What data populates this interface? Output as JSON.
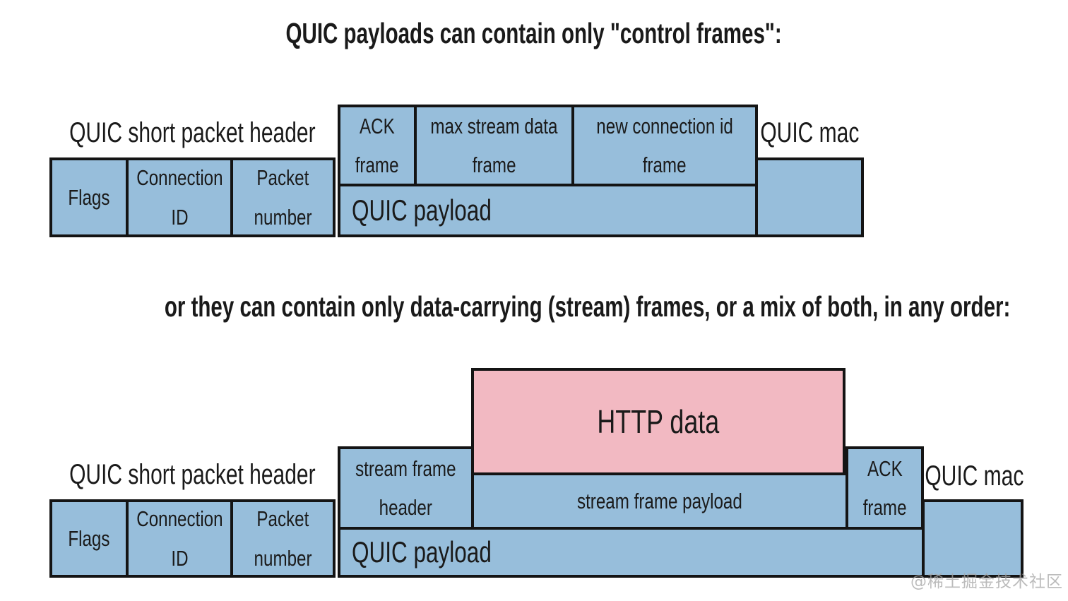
{
  "colors": {
    "background": "#ffffff",
    "box_blue": "#97bedb",
    "box_pink": "#f2b9c2",
    "border_black": "#141414",
    "text_black": "#1a1a1a",
    "watermark_gray": "#a5a5a5"
  },
  "watermark": "@稀土掘金技术社区",
  "section_control": {
    "title": "QUIC payloads can contain only \"control frames\":",
    "packet_header_label": "QUIC short packet header",
    "mac_label": "QUIC mac",
    "flags": "Flags",
    "connection_id": {
      "lines": [
        "Connection",
        "ID"
      ]
    },
    "packet_number": {
      "lines": [
        "Packet",
        "number"
      ]
    },
    "ack_frame": {
      "lines": [
        "ACK",
        "frame"
      ]
    },
    "max_stream_data_frame": {
      "lines": [
        "max stream data",
        "frame"
      ]
    },
    "new_connection_id_frame": {
      "lines": [
        "new connection id",
        "frame"
      ]
    },
    "quic_payload": "QUIC payload"
  },
  "section_stream": {
    "title": "or they can contain only data-carrying (stream) frames, or a mix of both, in any order:",
    "packet_header_label": "QUIC short packet header",
    "mac_label": "QUIC mac",
    "flags": "Flags",
    "connection_id": {
      "lines": [
        "Connection",
        "ID"
      ]
    },
    "packet_number": {
      "lines": [
        "Packet",
        "number"
      ]
    },
    "http_data": "HTTP data",
    "stream_frame_header": {
      "lines": [
        "stream frame",
        "header"
      ]
    },
    "stream_frame_payload": "stream frame payload",
    "ack_frame": {
      "lines": [
        "ACK",
        "frame"
      ]
    },
    "quic_payload": "QUIC payload"
  }
}
